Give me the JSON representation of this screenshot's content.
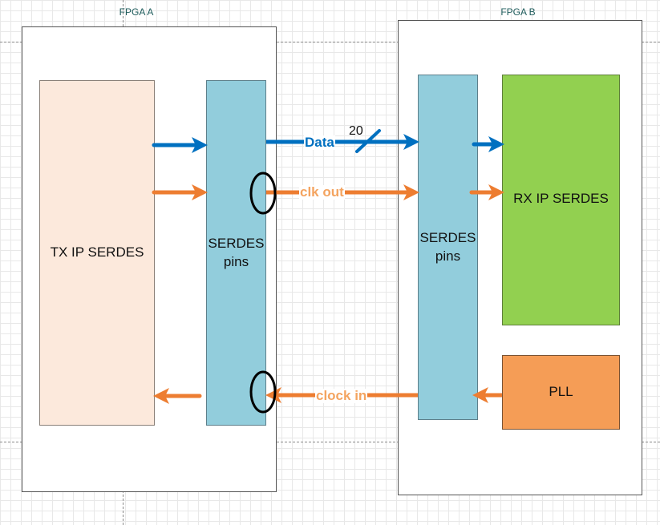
{
  "diagram": {
    "fpga_a": {
      "title": "FPGA A"
    },
    "fpga_b": {
      "title": "FPGA B"
    },
    "blocks": {
      "tx_ip": "TX IP SERDES",
      "pins_a": [
        "SERDES",
        "pins"
      ],
      "pins_b": [
        "SERDES",
        "pins"
      ],
      "rx_ip": "RX IP SERDES",
      "pll": "PLL"
    },
    "signals": {
      "data": {
        "label": "Data",
        "bus_width": "20",
        "color": "#0070c0"
      },
      "clk_out": {
        "label": "clk out",
        "color": "#ed7d31",
        "label_color": "#f4a460"
      },
      "clock_in": {
        "label": "clock in",
        "color": "#ed7d31",
        "label_color": "#f4a460"
      }
    },
    "colors": {
      "tx_fill": "#fce9dc",
      "pins_fill": "#92cddc",
      "rx_fill": "#92d050",
      "pll_fill": "#f59d56",
      "title_color": "#1f5c5c"
    }
  }
}
